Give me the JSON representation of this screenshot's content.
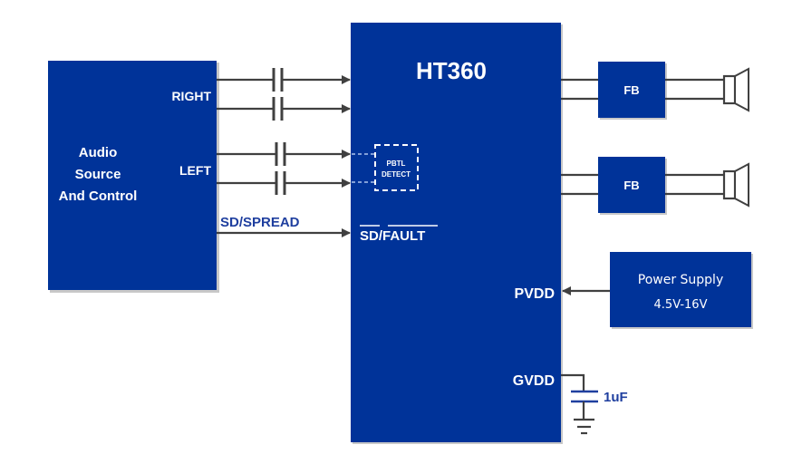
{
  "diagram": {
    "source_block": {
      "lines": [
        "Audio",
        "Source",
        "And Control"
      ],
      "right_label": "RIGHT",
      "left_label": "LEFT"
    },
    "chip": {
      "name": "HT360",
      "pbtl_lines": [
        "PBTL",
        "DETECT"
      ],
      "sd_fault": {
        "part1": "SD",
        "sep": "/",
        "part2": "FAULT"
      },
      "pvdd_label": "PVDD",
      "gvdd_label": "GVDD"
    },
    "control_signal": "SD/SPREAD",
    "filters": [
      {
        "label": "FB"
      },
      {
        "label": "FB"
      }
    ],
    "speakers": 2,
    "power_supply": {
      "title": "Power Supply",
      "range": "4.5V-16V"
    },
    "gvdd_cap": "1uF",
    "colors": {
      "block": "#003399",
      "wire": "#404040",
      "label_blue": "#1f3f9f"
    }
  }
}
